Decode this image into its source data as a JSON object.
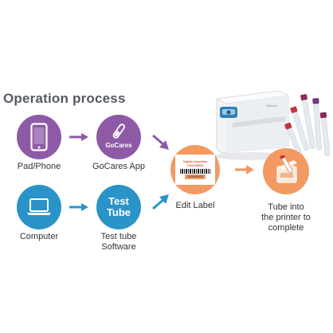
{
  "title": "Operation process",
  "nodes": {
    "pad_phone": {
      "label": "Pad/Phone",
      "icon": "smartphone-icon"
    },
    "gocares_app": {
      "label": "GoCares App",
      "icon_text": "GoCares",
      "icon": "test-tube-icon"
    },
    "computer": {
      "label": "Computer",
      "icon": "laptop-icon"
    },
    "test_tube_software": {
      "label_line1": "Test tube",
      "label_line2": "Software",
      "icon_line1": "Test",
      "icon_line2": "Tube"
    },
    "edit_label": {
      "label": "Edit Label",
      "card_line1": "Captain Ameerkan",
      "card_line2": "Y441/JSS/S1",
      "card_number": "100000000"
    },
    "tube_printer": {
      "label_line1": "Tube into",
      "label_line2": "the printer to",
      "label_line3": "complete",
      "icon": "tube-printer-icon"
    }
  },
  "printer": {
    "brand": "GoCare"
  },
  "colors": {
    "purple": "#8e5aa6",
    "blue": "#2a93c7",
    "orange": "#f39a63",
    "title": "#555a60"
  }
}
